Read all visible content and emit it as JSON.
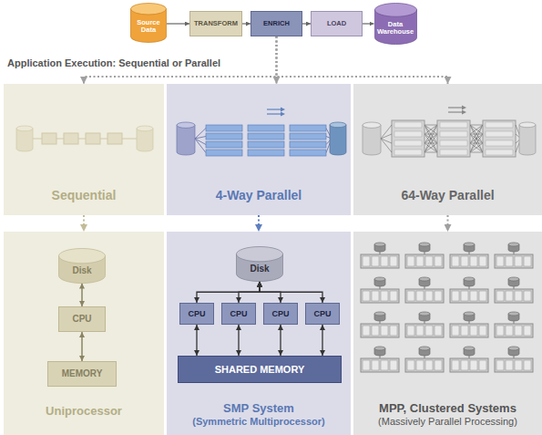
{
  "diagram": {
    "nodes": [
      {
        "text": [
          "Source Data"
        ]
      },
      {
        "text": [
          "TRANSFORM"
        ]
      },
      {
        "text": [
          "ENRICH"
        ]
      },
      {
        "text": [
          "LOAD"
        ]
      },
      {
        "text": [
          "Data Warehouse"
        ]
      },
      {
        "text": [
          "Sequential"
        ]
      },
      {
        "text": [
          "4-Way Parallel"
        ]
      },
      {
        "text": [
          "64-Way Parallel"
        ]
      },
      {
        "text": [
          "Uniprocessor"
        ]
      },
      {
        "text": [
          "Disk"
        ],
        "in": 8
      },
      {
        "text": [
          "CPU"
        ],
        "in": 8
      },
      {
        "text": [
          "MEMORY"
        ],
        "in": 8
      },
      {
        "text": [
          "SMP System",
          "(Symmetric Multiprocessor)"
        ]
      },
      {
        "text": [
          "Disk"
        ],
        "in": 12
      },
      {
        "text": [
          "CPU"
        ],
        "in": 12
      },
      {
        "text": [
          "CPU"
        ],
        "in": 12
      },
      {
        "text": [
          "CPU"
        ],
        "in": 12
      },
      {
        "text": [
          "CPU"
        ],
        "in": 12
      },
      {
        "text": [
          "SHARED MEMORY"
        ],
        "in": 12
      },
      {
        "text": [
          "MPP, Clustered Systems",
          "(Massively Parallel Processing)"
        ]
      }
    ],
    "edges": [
      {
        "from": 0,
        "to": 1,
        "arrow": "to"
      },
      {
        "from": 1,
        "to": 2,
        "arrow": "to"
      },
      {
        "from": 2,
        "to": 3,
        "arrow": "to"
      },
      {
        "from": 3,
        "to": 4,
        "arrow": "to"
      },
      {
        "from": 2,
        "to": 5,
        "arrow": "to"
      },
      {
        "from": 2,
        "to": 6,
        "arrow": "to"
      },
      {
        "from": 2,
        "to": 7,
        "arrow": "to"
      },
      {
        "from": 5,
        "to": 8,
        "arrow": "to"
      },
      {
        "from": 6,
        "to": 12,
        "arrow": "to"
      },
      {
        "from": 7,
        "to": 19,
        "arrow": "to"
      },
      {
        "from": 9,
        "to": 10,
        "arrow": "both"
      },
      {
        "from": 10,
        "to": 11,
        "arrow": "both"
      },
      {
        "from": 13,
        "to": 14,
        "arrow": "both"
      },
      {
        "from": 13,
        "to": 15,
        "arrow": "both"
      },
      {
        "from": 13,
        "to": 16,
        "arrow": "both"
      },
      {
        "from": 13,
        "to": 17,
        "arrow": "both"
      },
      {
        "from": 14,
        "to": 18,
        "arrow": "both"
      },
      {
        "from": 15,
        "to": 18,
        "arrow": "both"
      },
      {
        "from": 16,
        "to": 18,
        "arrow": "both"
      },
      {
        "from": 17,
        "to": 18,
        "arrow": "both"
      }
    ],
    "labels": [
      "Application Execution: Sequential or Parallel"
    ]
  }
}
